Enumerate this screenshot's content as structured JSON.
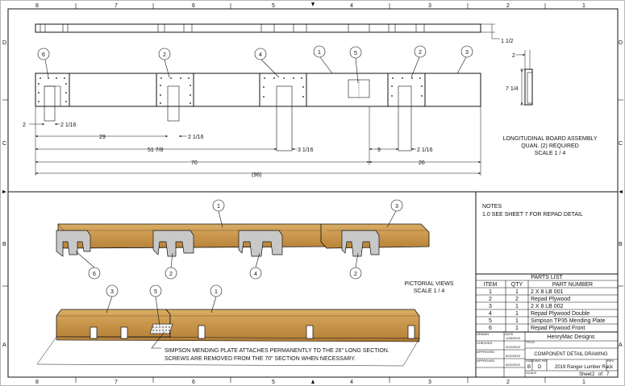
{
  "border": {
    "cols_top": [
      "8",
      "7",
      "6",
      "5",
      "4",
      "3",
      "2",
      "1"
    ],
    "cols_bottom": [
      "8",
      "7",
      "6",
      "5",
      "4",
      "3",
      "2",
      "1"
    ],
    "rows_left": [
      "D",
      "C",
      "B",
      "A"
    ],
    "rows_right": [
      "D",
      "C",
      "B",
      "A"
    ]
  },
  "balloons_top": [
    "6",
    "2",
    "4",
    "1",
    "5",
    "2",
    "3"
  ],
  "balloons_bottom_upper": [
    "1",
    "3"
  ],
  "balloons_bottom_lower": [
    "6",
    "2",
    "4",
    "2"
  ],
  "balloons_bottom_lower_part": [
    "3",
    "5",
    "1"
  ],
  "dims": {
    "d_2": "2",
    "d_2_1_16_a": "2 1/16",
    "d_29": "29",
    "d_2_1_16_b": "2 1/16",
    "d_51_7_8": "51 7/8",
    "d_3_1_16": "3 1/16",
    "d_9": "9",
    "d_2_1_16_c": "2 1/16",
    "d_70": "70",
    "d_26": "26",
    "d_96": "(96)",
    "d_1_1_2": "1 1/2",
    "d_side_2": "2",
    "d_side_7_1_4": "7 1/4"
  },
  "assembly_note": {
    "line1": "LONGITUDINAL BOARD ASSEMBLY",
    "line2": "QUAN. (2) REQUIRED",
    "line3": "SCALE 1 / 4"
  },
  "pictorial": {
    "line1": "PICTORIAL VIEWS",
    "line2": "SCALE 1 / 4"
  },
  "mending_note": {
    "line1": "SIMPSON MENDING PLATE ATTACHES PERMANENTLY TO THE 26\" LONG SECTION.",
    "line2": "SCREWS ARE REMOVED FROM THE 70\" SECTION WHEN NECESSARY."
  },
  "notes": {
    "title": "NOTES",
    "line1": "1.0 SEE SHEET 7 FOR REPAD DETAIL"
  },
  "parts_list": {
    "title": "PARTS LIST",
    "headers": [
      "ITEM",
      "QTY",
      "PART NUMBER"
    ],
    "rows": [
      [
        "1",
        "1",
        "2 X 8 LB 001"
      ],
      [
        "2",
        "2",
        "Repad Plywood"
      ],
      [
        "3",
        "1",
        "2 X 8 LB 002"
      ],
      [
        "4",
        "1",
        "Repad Plywood Double"
      ],
      [
        "5",
        "1",
        "Simpson  TP35 Mending Plate"
      ],
      [
        "6",
        "1",
        "Repad Plywood Front"
      ]
    ]
  },
  "title_block": {
    "company": "HenryMac Designs",
    "drawing_title": "COMPONENT DETAIL DRAWING",
    "project": "2019 Ranger Lumber Rack",
    "size": "B",
    "dwg_no": "D",
    "sheet_label": "Sheet",
    "sheet_no": "2",
    "sheet_of": "of",
    "sheet_total": "7",
    "small_labels": [
      "DRAWN",
      "CHECKED",
      "APPROVED",
      "APPROVED",
      "DATE",
      "TITLE",
      "SIZE",
      "DWG NO",
      "REV",
      "SCALE"
    ],
    "dates": [
      "1/28/2019",
      "9/22/2019",
      "9/22/2019",
      "9/22/2019"
    ]
  }
}
